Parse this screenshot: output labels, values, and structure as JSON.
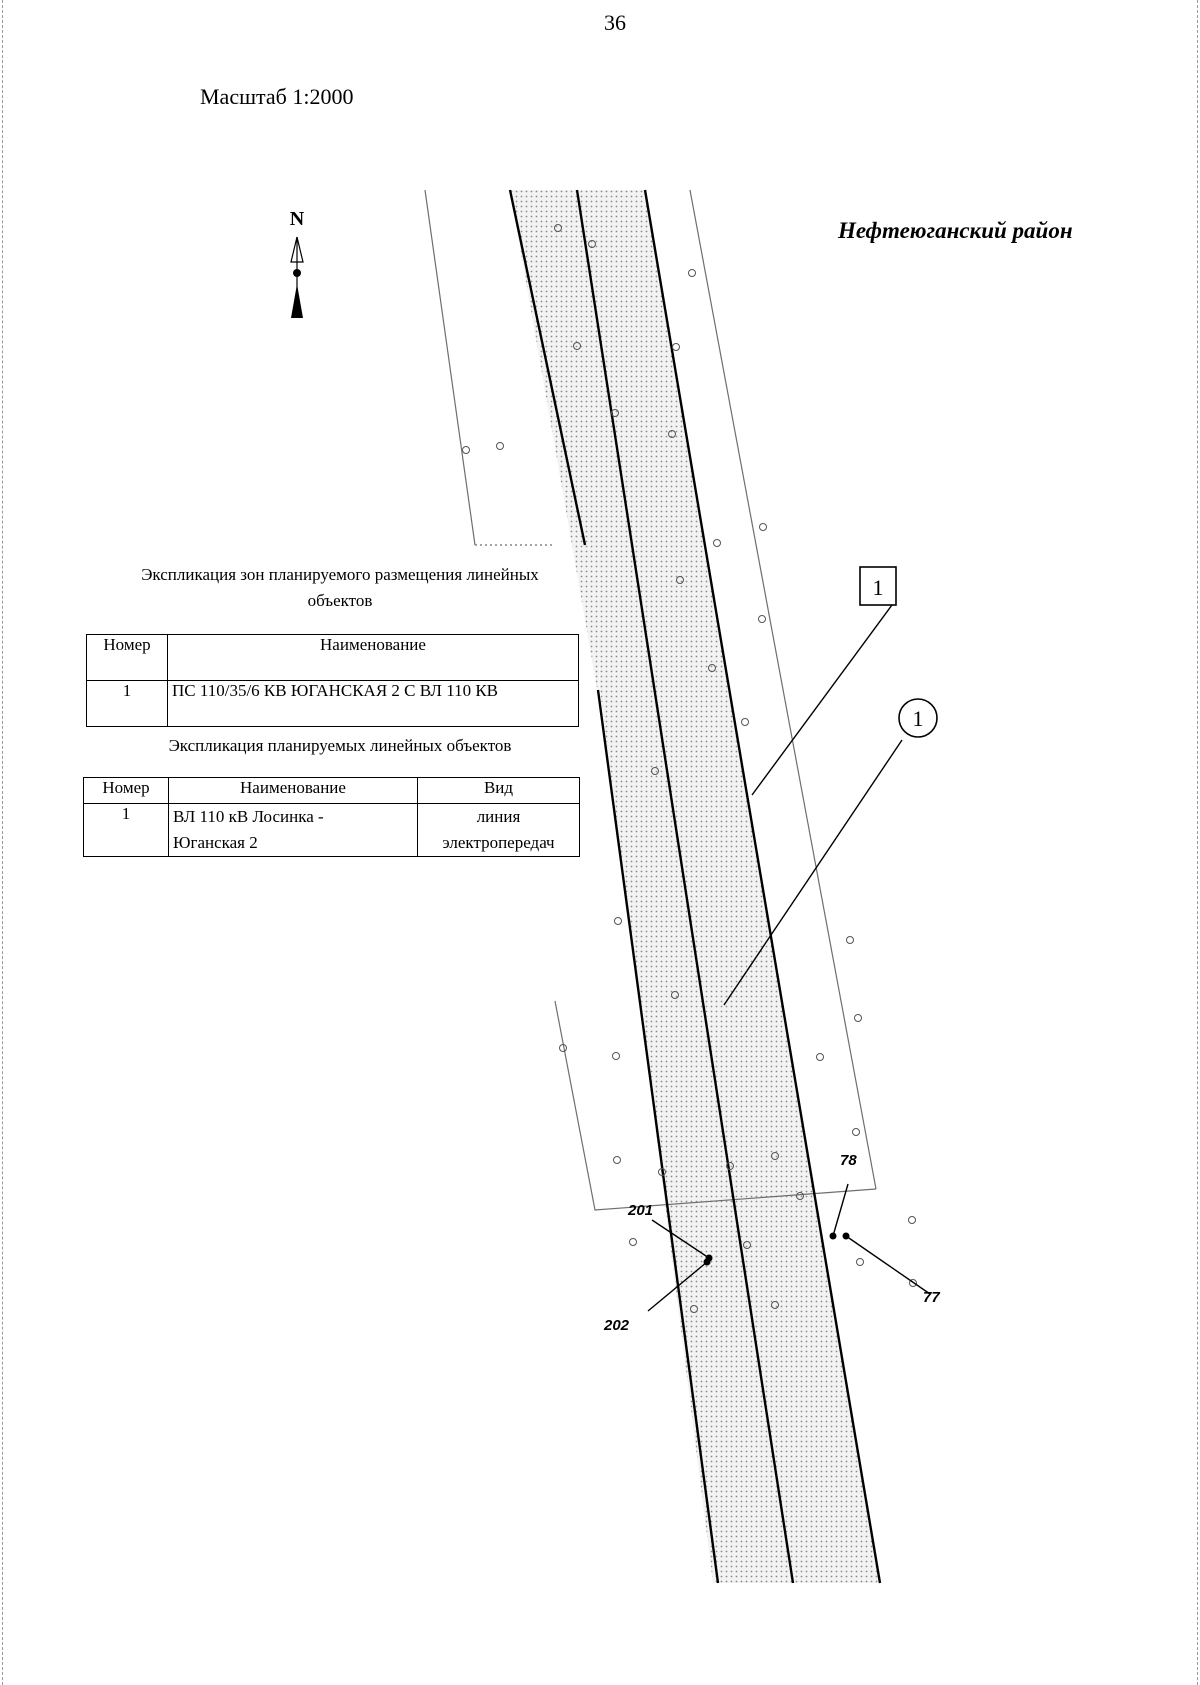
{
  "page_number": "36",
  "scale": "Масштаб 1:2000",
  "district": "Нефтеюганский район",
  "north_arrow": {
    "letter": "N",
    "icon": "north-arrow-icon"
  },
  "zones_table": {
    "caption_line1": "Экспликация зон планируемого размещения линейных",
    "caption_line2": "объектов",
    "headers": [
      "Номер",
      "Наименование"
    ],
    "rows": [
      [
        "1",
        "ПС 110/35/6 КВ ЮГАНСКАЯ 2 С ВЛ 110 КВ"
      ]
    ]
  },
  "objects_table": {
    "caption": "Экспликация планируемых линейных объектов",
    "headers": [
      "Номер",
      "Наименование",
      "Вид"
    ],
    "rows": [
      {
        "number": "1",
        "name_line1": "ВЛ 110 кВ Лосинка -",
        "name_line2": "Юганская 2",
        "type_line1": "линия",
        "type_line2": "электропередач"
      }
    ]
  },
  "map": {
    "zone_callout": "1",
    "object_callout": "1",
    "points": [
      "201",
      "202",
      "78",
      "77"
    ]
  },
  "colors": {
    "ink": "#000000",
    "zone_fill": "#d2d2d2",
    "boundary": "#6e6e6e"
  }
}
